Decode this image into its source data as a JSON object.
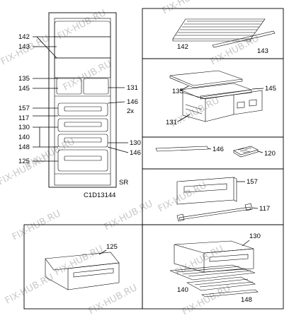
{
  "watermark": "FIX-HUB.RU",
  "fridge": {
    "model_code": "C1D13144",
    "sr_label": "SR",
    "labels": {
      "l142": "142",
      "l143": "143",
      "l135": "135",
      "l145": "145",
      "l131": "131",
      "l157": "157",
      "l117": "117",
      "l146": "146",
      "l2x": "2x",
      "l130": "130",
      "l140": "140",
      "l148": "148",
      "l130b": "130",
      "l146b": "146",
      "l125": "125"
    }
  },
  "panels": {
    "shelf": {
      "a": "142",
      "b": "143"
    },
    "crisper": {
      "a": "135",
      "b": "145",
      "c": "131"
    },
    "strip": {
      "a": "146",
      "b": "120"
    },
    "flap": {
      "a": "157",
      "b": "117"
    },
    "drawer": {
      "a": "130",
      "b": "140",
      "c": "148"
    },
    "small_drawer": {
      "a": "125"
    }
  }
}
